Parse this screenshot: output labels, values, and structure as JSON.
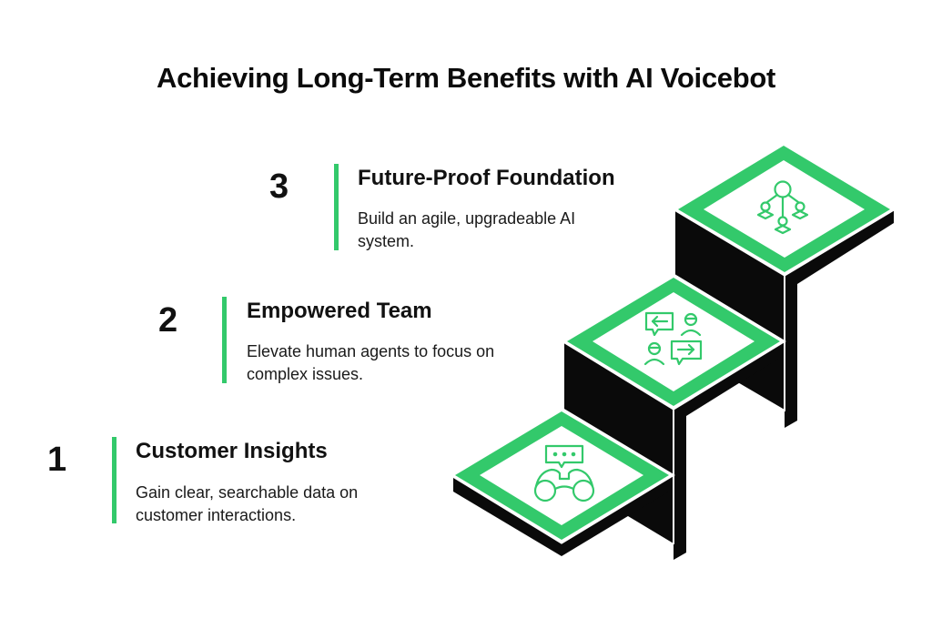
{
  "title": "Achieving Long-Term Benefits with AI Voicebot",
  "colors": {
    "accent": "#33c96b",
    "dark": "#0a0a0a",
    "background": "#ffffff"
  },
  "steps": [
    {
      "number": "1",
      "heading": "Customer Insights",
      "description": "Gain clear, searchable data on customer interactions.",
      "icon": "binoculars-chat-icon"
    },
    {
      "number": "2",
      "heading": "Empowered Team",
      "description": "Elevate human agents to focus on complex issues.",
      "icon": "agents-conversation-icon"
    },
    {
      "number": "3",
      "heading": "Future-Proof Foundation",
      "description": "Build an agile, upgradeable AI system.",
      "icon": "network-hierarchy-icon"
    }
  ]
}
